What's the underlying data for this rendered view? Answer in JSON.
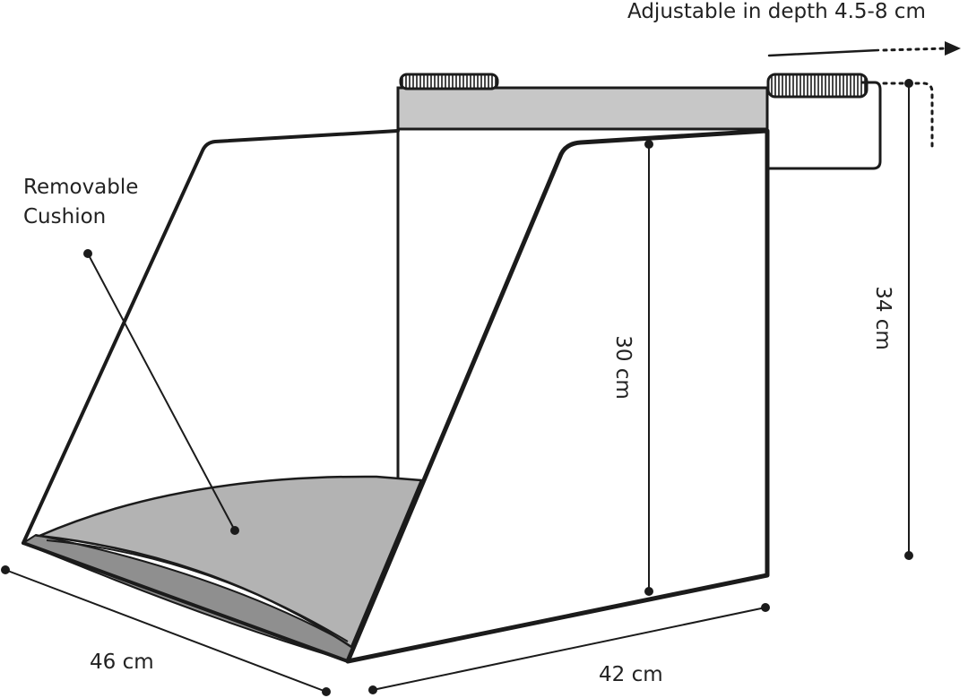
{
  "labels": {
    "adjustable": "Adjustable in depth 4.5-8 cm",
    "cushion_line1": "Removable",
    "cushion_line2": "Cushion",
    "height_inner": "30 cm",
    "height_total": "34 cm",
    "width": "46 cm",
    "depth": "42 cm"
  },
  "colors": {
    "outline": "#1b1b1b",
    "cushion": "#b3b3b3",
    "cushion_shadow": "#8f8f8f",
    "top_panel": "#c7c7c7",
    "label": "#222222"
  }
}
